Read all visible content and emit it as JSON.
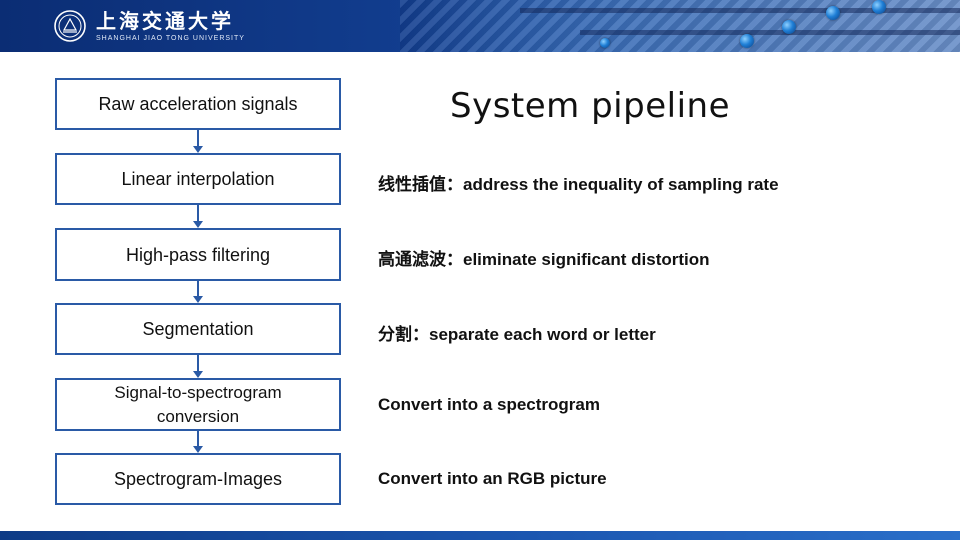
{
  "header": {
    "university_name": "上海交通大学",
    "university_name_en": "SHANGHAI JIAO TONG UNIVERSITY"
  },
  "slide": {
    "title": "System pipeline"
  },
  "pipeline": {
    "steps": [
      {
        "label": "Raw acceleration signals"
      },
      {
        "label": "Linear interpolation",
        "description": "线性插值：address the inequality of sampling rate"
      },
      {
        "label": "High-pass filtering",
        "description": "高通滤波：eliminate significant distortion"
      },
      {
        "label": "Segmentation",
        "description": "分割：separate each word or letter"
      },
      {
        "label_line1": "Signal-to-spectrogram",
        "label_line2": "conversion",
        "description": "Convert into a spectrogram"
      },
      {
        "label": "Spectrogram-Images",
        "description": "Convert into an RGB picture"
      }
    ]
  },
  "colors": {
    "box_border": "#2a5aa6",
    "header_blue": "#123e90"
  }
}
